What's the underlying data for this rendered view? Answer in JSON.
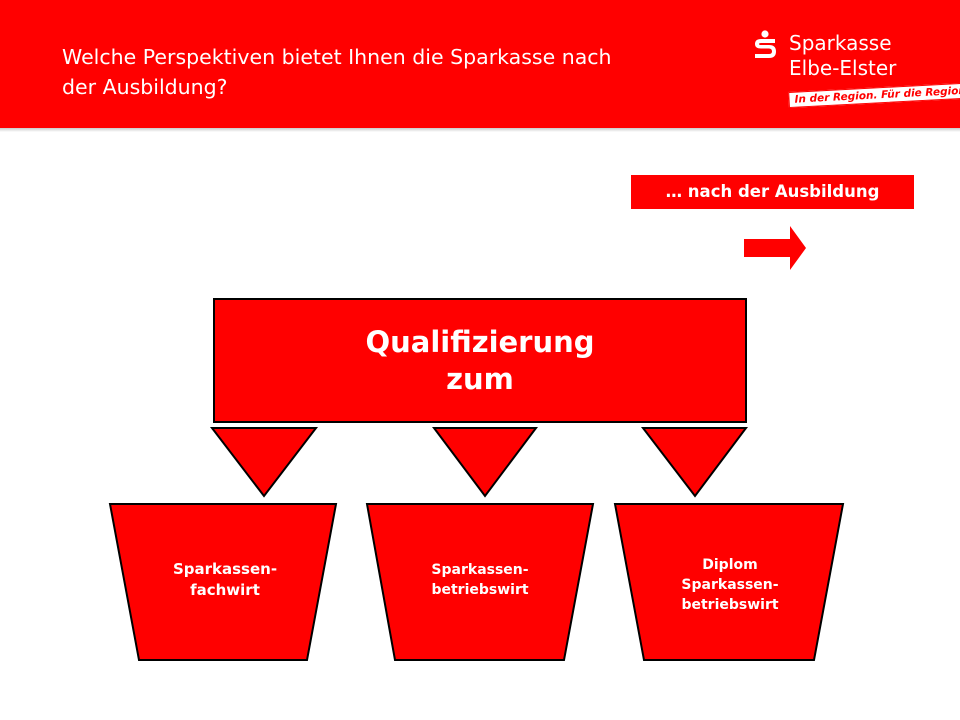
{
  "header": {
    "title": "Welche Perspektiven bietet Ihnen die Sparkasse nach\nder Ausbildung?",
    "logo": {
      "icon": "sparkasse-s-logo-icon",
      "name": "Sparkasse\nElbe-Elster",
      "slogan": "In der Region. Für die Region."
    }
  },
  "badge": {
    "label": "… nach der Ausbildung"
  },
  "arrow": {
    "icon": "arrow-right-icon"
  },
  "diagram": {
    "main_box": "Qualifizierung\nzum",
    "options": [
      {
        "label": "Sparkassen-\nfachwirt"
      },
      {
        "label": "Sparkassen-\nbetriebswirt"
      },
      {
        "label": "Diplom\nSparkassen-\nbetriebswirt"
      }
    ]
  },
  "colors": {
    "brand_red": "#ff0000",
    "text_on_red": "#ffffff",
    "outline": "#000000"
  }
}
